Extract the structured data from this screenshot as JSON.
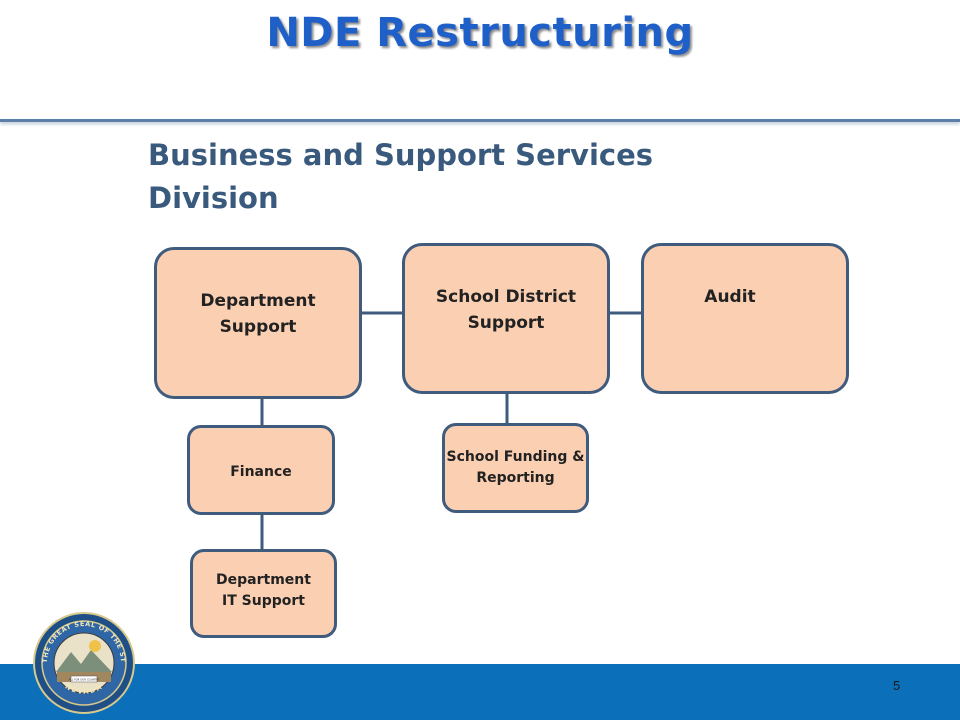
{
  "slide": {
    "title": "NDE Restructuring",
    "heading_line1": "Business and Support Services",
    "heading_line2": "Division",
    "page_number": "5"
  },
  "org_chart": {
    "department_support": "Department\nSupport",
    "school_district_support": "School District\nSupport",
    "audit": "Audit",
    "finance": "Finance",
    "department_it_support": "Department\nIT Support",
    "school_funding_reporting": "School Funding &\nReporting"
  },
  "seal": {
    "top_text": "THE GREAT SEAL OF THE STATE OF",
    "bottom_text": "NEVADA",
    "motto": "ALL FOR OUR COUNTRY"
  },
  "colors": {
    "title": "#1f5fc8",
    "heading": "#3a5a7d",
    "box_fill": "#fbcfb2",
    "box_border": "#3f5c7f",
    "footer_bar": "#0c6fb9"
  }
}
